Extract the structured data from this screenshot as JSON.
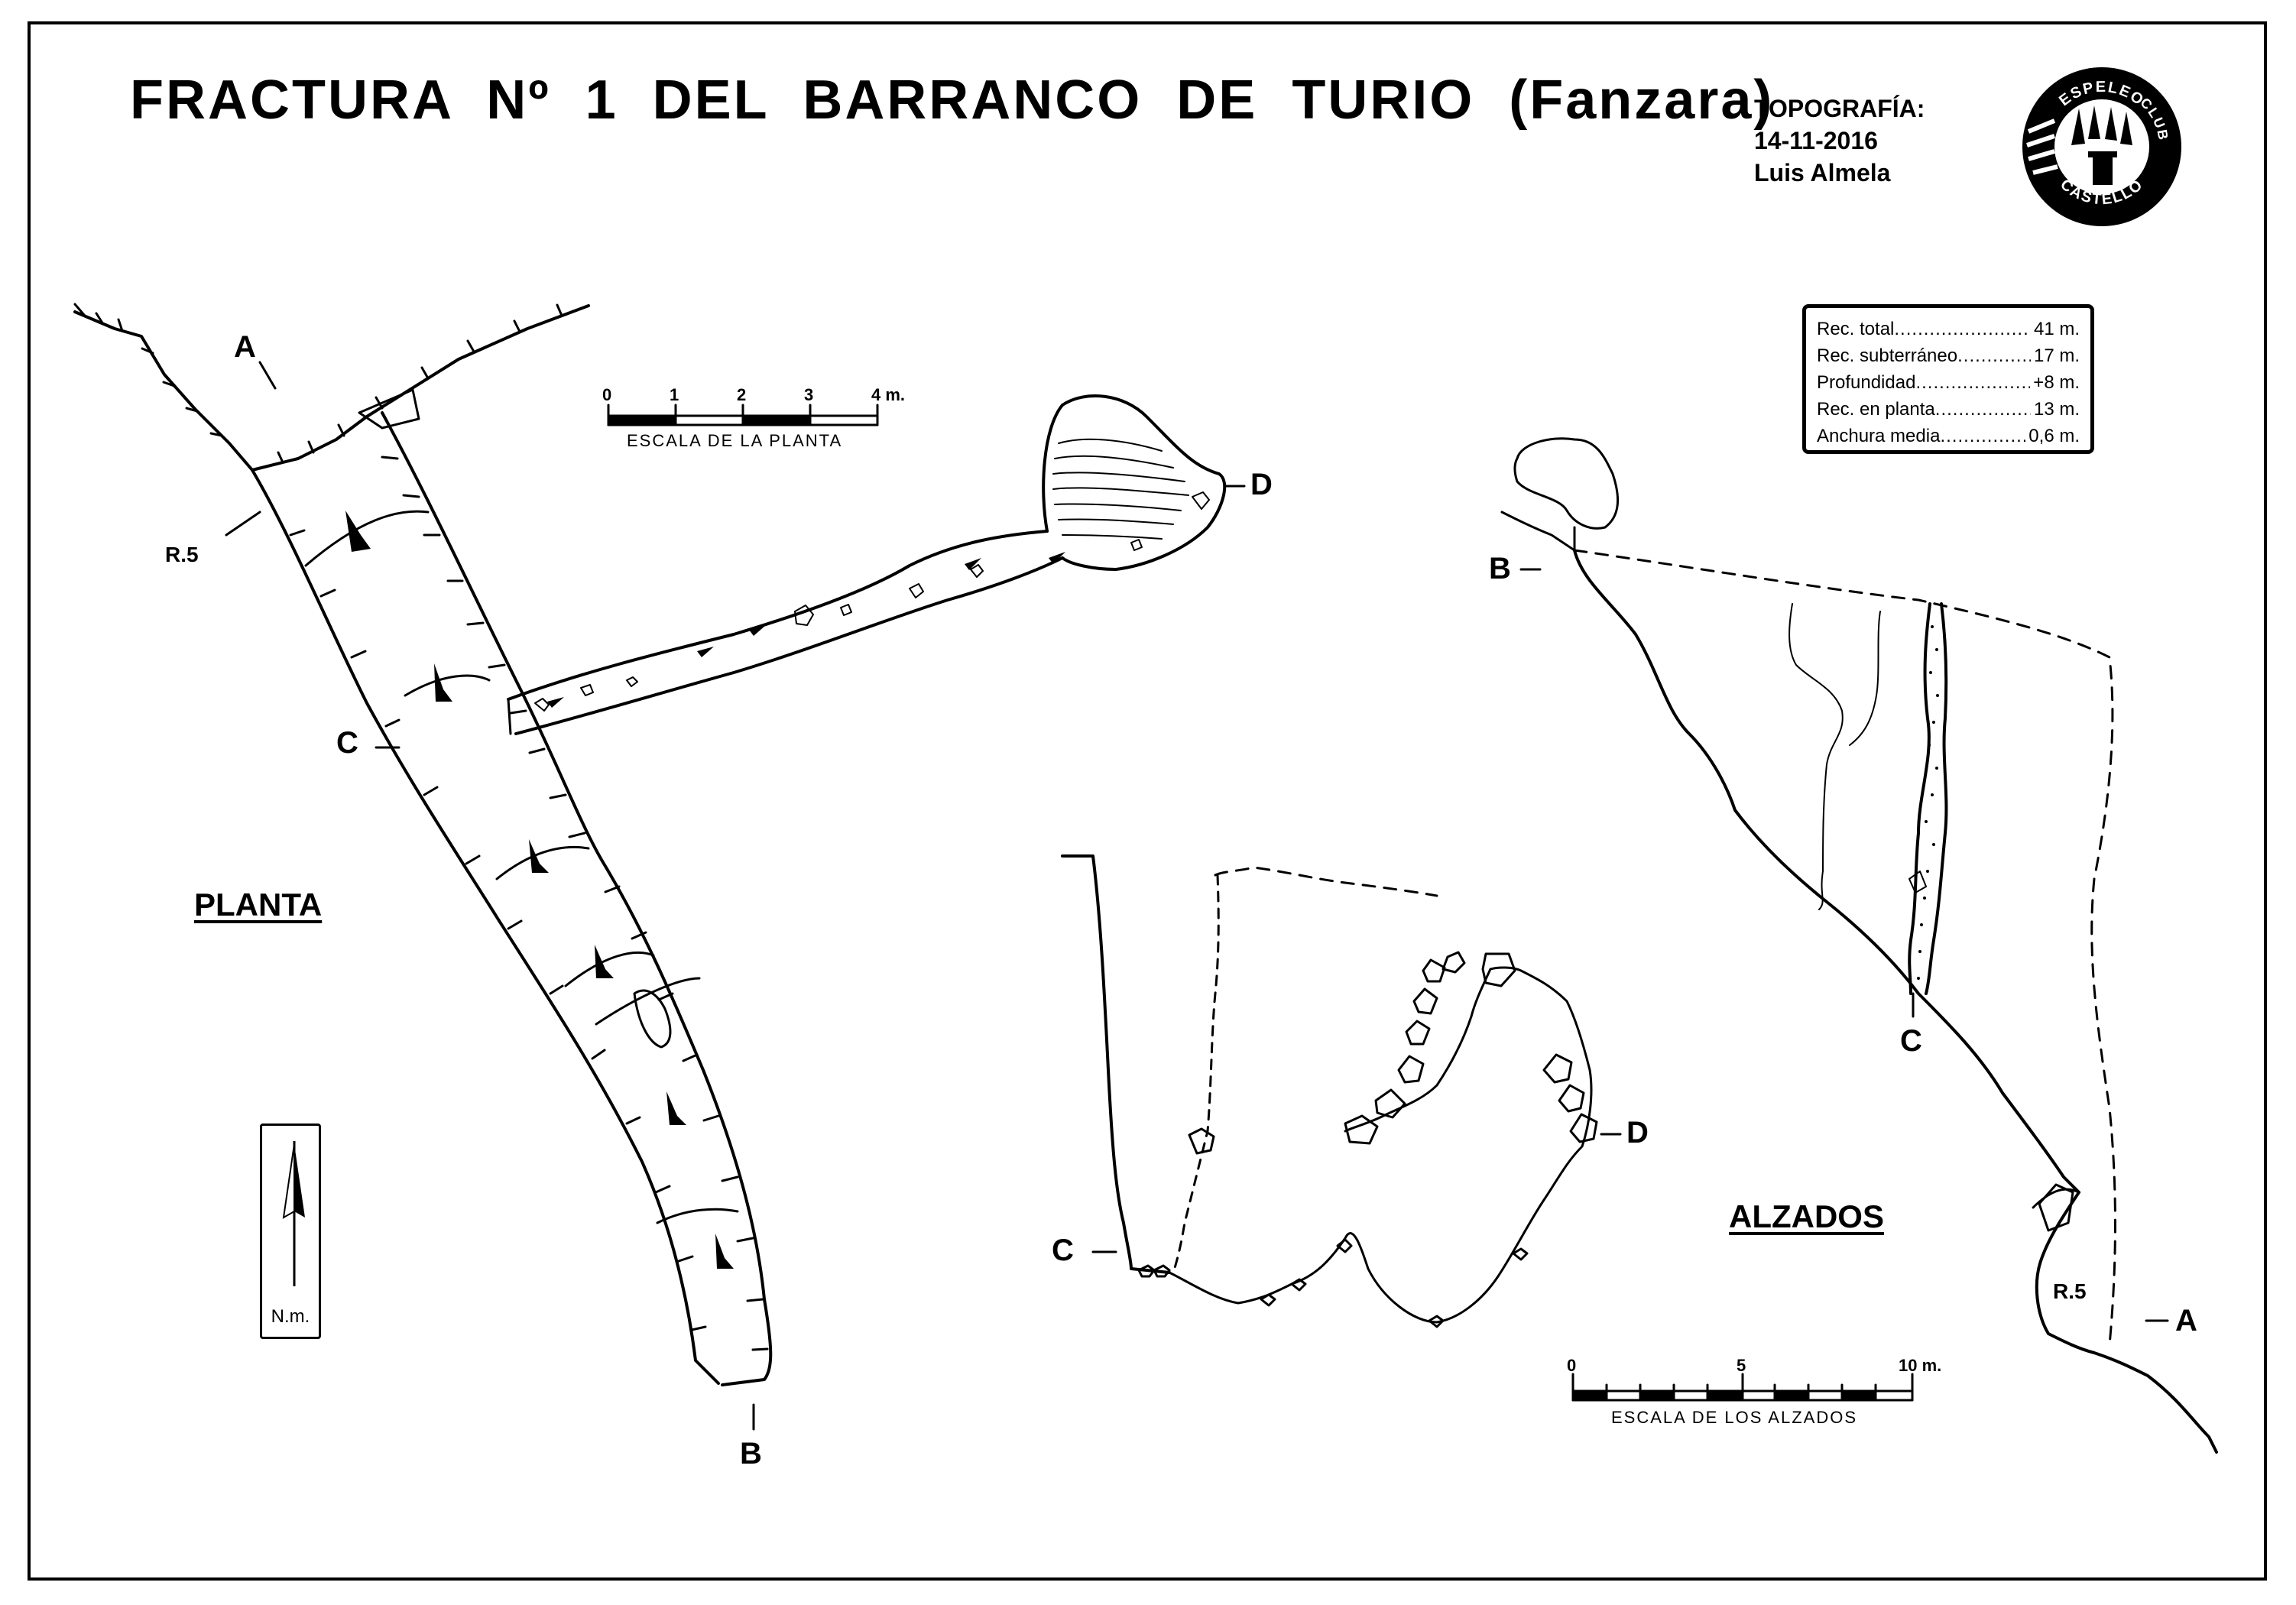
{
  "title": "FRACTURA Nº 1 DEL BARRANCO DE TURIO (Fanzara)",
  "credits": {
    "heading": "TOPOGRAFÍA:",
    "date": "14-11-2016",
    "author": "Luis Almela"
  },
  "logo": {
    "text_top": "ESPELEO",
    "text_right": "CLUB",
    "text_bottom": "CASTELLÓ"
  },
  "stats": [
    {
      "label": "Rec. total",
      "value": "41 m."
    },
    {
      "label": "Rec. subterráneo",
      "value": "17 m."
    },
    {
      "label": "Profundidad",
      "value": "+8 m."
    },
    {
      "label": "Rec. en planta",
      "value": "13 m."
    },
    {
      "label": "Anchura media",
      "value": "0,6 m."
    }
  ],
  "plan": {
    "section_label": "PLANTA",
    "scale": {
      "caption": "ESCALA DE LA PLANTA",
      "ticks": [
        "0",
        "1",
        "2",
        "3",
        "4 m."
      ]
    },
    "points": {
      "a": "A",
      "b": "B",
      "c": "C",
      "d": "D",
      "r5": "R.5"
    }
  },
  "elevation": {
    "section_label": "ALZADOS",
    "scale": {
      "caption": "ESCALA DE LOS ALZADOS",
      "ticks": [
        "0",
        "5",
        "10 m."
      ]
    },
    "points": {
      "a": "A",
      "b": "B",
      "c1": "C",
      "c2": "C",
      "d": "D",
      "r5": "R.5"
    }
  },
  "north": {
    "label": "N.m."
  }
}
